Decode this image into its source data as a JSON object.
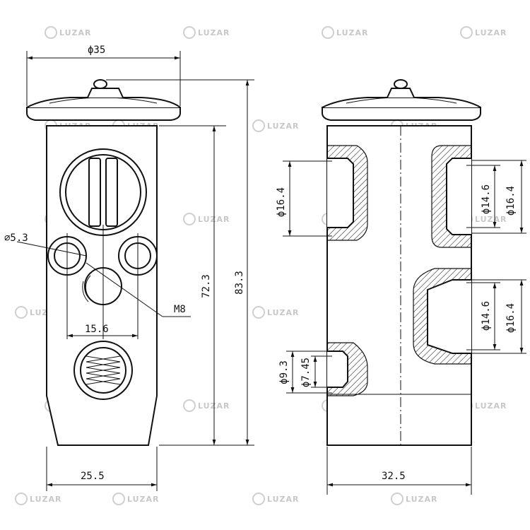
{
  "watermark": {
    "text": "LUZAR"
  },
  "front_view": {
    "dims": {
      "top_diameter": "ϕ35",
      "hole_diameter": "⌀5.3",
      "thread": "M8",
      "center_distance": "15.6",
      "body_height": "72.3",
      "total_height": "83.3",
      "body_width": "25.5"
    }
  },
  "side_view": {
    "dims": {
      "left_port_upper": "ϕ16.4",
      "right_upper_inner": "ϕ14.6",
      "right_upper_outer": "ϕ16.4",
      "right_lower_inner": "ϕ14.6",
      "right_lower_outer": "ϕ16.4",
      "left_port_lower_outer": "ϕ9.3",
      "left_port_lower_inner": "ϕ7.45",
      "body_width": "32.5"
    }
  }
}
